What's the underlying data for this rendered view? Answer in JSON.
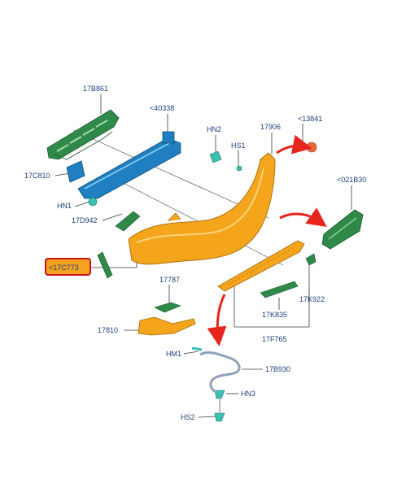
{
  "diagram": {
    "labels": {
      "l17B861": "17B861",
      "l40338": "<40338",
      "l17906": "17906",
      "l13841": "<13841",
      "lHN2": "HN2",
      "lHS1": "HS1",
      "l17C810": "17C810",
      "lHN1": "HN1",
      "l17D942": "17D942",
      "l021B30": "<021B30",
      "l17C773": "<17C773",
      "l17787": "17787",
      "l17810": "17810",
      "l17K835": "17K835",
      "l17K922": "17K922",
      "l17F765": "17F765",
      "lHM1": "HM1",
      "l17B930": "17B930",
      "lHN3": "HN3",
      "lHS2": "HS2"
    },
    "colors": {
      "label_text": "#1f3f7a",
      "bumper": "#f4a51c",
      "beam": "#1f7fc0",
      "green_parts": "#2f8a4a",
      "teal_fasteners": "#3bbfb0",
      "arrow_red": "#e8241c",
      "highlight_box": "#c8141c",
      "highlight_fill": "#f6a21e"
    },
    "highlighted_label": "l17C773"
  }
}
